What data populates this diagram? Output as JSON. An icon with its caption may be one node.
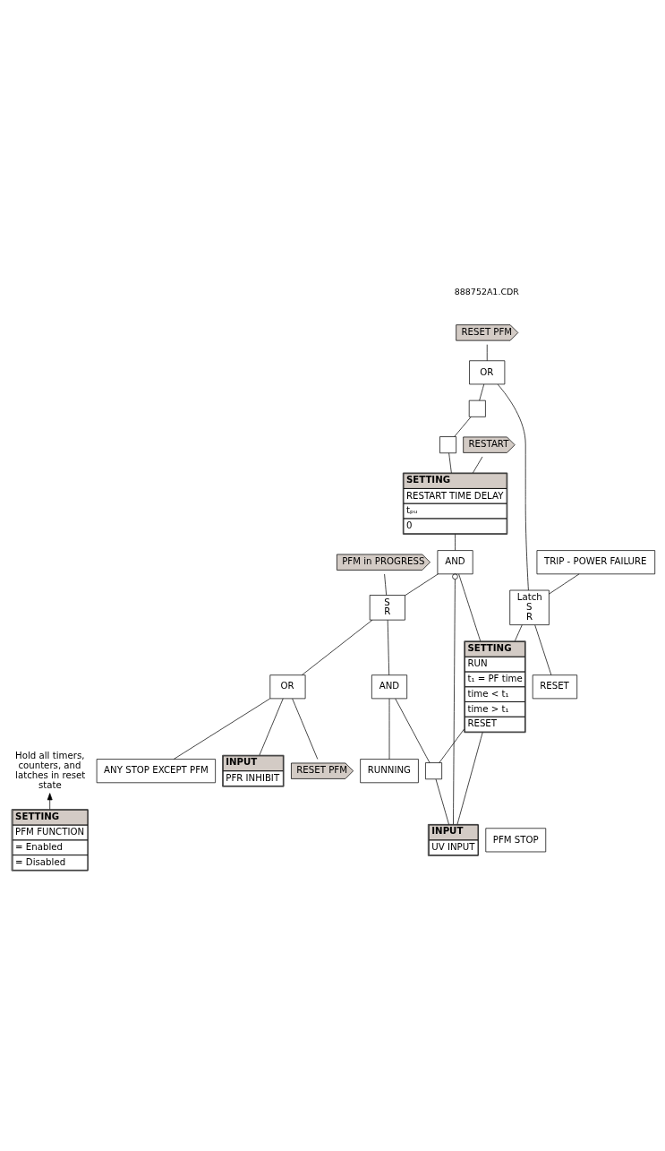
{
  "diagram": {
    "nodes": [
      {
        "text": [
          "SETTING",
          "PFM FUNCTION",
          "= Enabled",
          "= Disabled"
        ]
      },
      {
        "text": [
          "Hold all timers, counters, and latches in reset state"
        ]
      },
      {
        "text": [
          "RUNNING"
        ]
      },
      {
        "text": [
          "ANY STOP EXCEPT PFM"
        ]
      },
      {
        "text": [
          "INPUT",
          "PFR INHIBIT"
        ]
      },
      {
        "text": [
          "INPUT",
          "UV INPUT"
        ]
      },
      {
        "text": [
          "RESET PFM"
        ]
      },
      {
        "text": [
          "OR"
        ]
      },
      {
        "text": [
          "AND"
        ]
      },
      {
        "text": [
          "S",
          "R"
        ]
      },
      {
        "text": [
          "PFM in PROGRESS"
        ]
      },
      {
        "text": [
          "PFM STOP"
        ]
      },
      {
        "text": [
          "AND"
        ]
      },
      {
        "text": [
          "SETTING",
          "RESTART TIME DELAY",
          "tₚᵤ",
          "0"
        ]
      },
      {
        "text": [
          "RESTART"
        ]
      },
      {
        "text": [],
        "shape": "box"
      },
      {
        "text": [],
        "shape": "box"
      },
      {
        "text": [
          "OR"
        ]
      },
      {
        "text": [
          "RESET PFM"
        ]
      },
      {
        "text": [
          "SETTING",
          "RUN",
          "t₁ = PF time",
          "time < t₁",
          "time > t₁",
          "RESET"
        ]
      },
      {
        "text": [],
        "shape": "box"
      },
      {
        "text": [
          "Latch",
          "S",
          "R"
        ]
      },
      {
        "text": [
          "TRIP - POWER FAILURE"
        ]
      },
      {
        "text": [
          "RESET"
        ]
      }
    ],
    "edges": [
      {
        "from": 0,
        "to": 1,
        "arrow": "to"
      },
      {
        "from": 2,
        "to": 8,
        "arrow": "none"
      },
      {
        "from": 3,
        "to": 7,
        "arrow": "none"
      },
      {
        "from": 6,
        "to": 7,
        "arrow": "none"
      },
      {
        "from": 4,
        "to": 7,
        "arrow": "none"
      },
      {
        "from": 8,
        "to": 9,
        "arrow": "none"
      },
      {
        "from": 7,
        "to": 9,
        "arrow": "none"
      },
      {
        "from": 9,
        "to": 10,
        "arrow": "none"
      },
      {
        "from": 9,
        "to": 12,
        "arrow": "none"
      },
      {
        "from": 5,
        "to": 19,
        "arrow": "none"
      },
      {
        "from": 5,
        "to": 20,
        "arrow": "none"
      },
      {
        "from": 5,
        "to": 12,
        "arrow": "other"
      },
      {
        "from": 20,
        "to": 19,
        "arrow": "none"
      },
      {
        "from": 20,
        "to": 8,
        "arrow": "none"
      },
      {
        "from": 19,
        "to": 12,
        "arrow": "none"
      },
      {
        "from": 19,
        "to": 21,
        "arrow": "none"
      },
      {
        "from": 12,
        "to": 13,
        "arrow": "none"
      },
      {
        "from": 13,
        "to": 14,
        "arrow": "none"
      },
      {
        "from": 13,
        "to": 15,
        "arrow": "none"
      },
      {
        "from": 15,
        "to": 16,
        "arrow": "none"
      },
      {
        "from": 16,
        "to": 17,
        "arrow": "none"
      },
      {
        "from": 17,
        "to": 18,
        "arrow": "none"
      },
      {
        "from": 21,
        "to": 22,
        "arrow": "none"
      },
      {
        "from": 21,
        "to": 17,
        "arrow": "none"
      },
      {
        "from": 23,
        "to": 21,
        "arrow": "none"
      }
    ],
    "labels": [
      "888752A1.CDR"
    ]
  }
}
